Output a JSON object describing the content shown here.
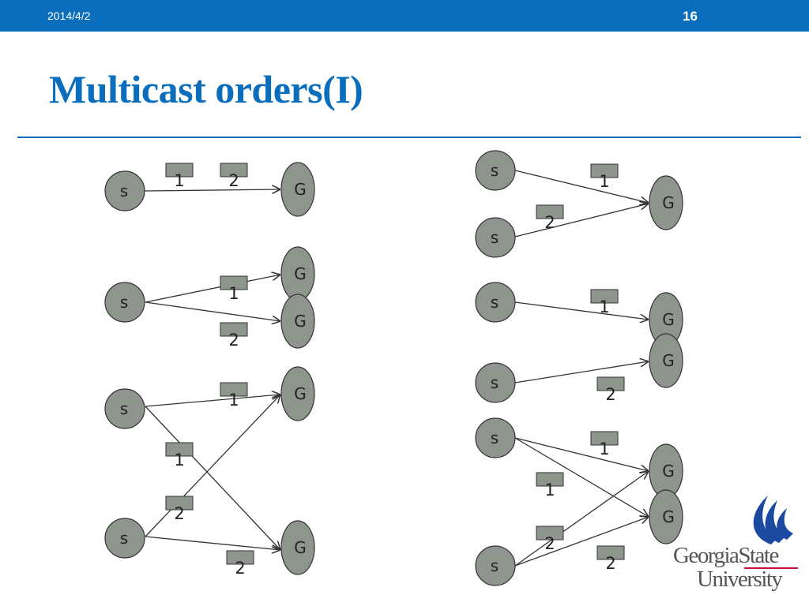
{
  "header": {
    "date": "2014/4/2",
    "page_number": "16"
  },
  "slide": {
    "title": "Multicast orders(I)"
  },
  "diagram": {
    "source_label": "s",
    "group_label": "G",
    "message_labels": [
      "1",
      "2"
    ]
  },
  "logo": {
    "line1": "GeorgiaState",
    "line2": "University"
  },
  "colors": {
    "accent": "#0a6ebd",
    "node_fill": "#8e958d",
    "logo_red": "#c8102e",
    "logo_blue": "#1b4aa0"
  }
}
